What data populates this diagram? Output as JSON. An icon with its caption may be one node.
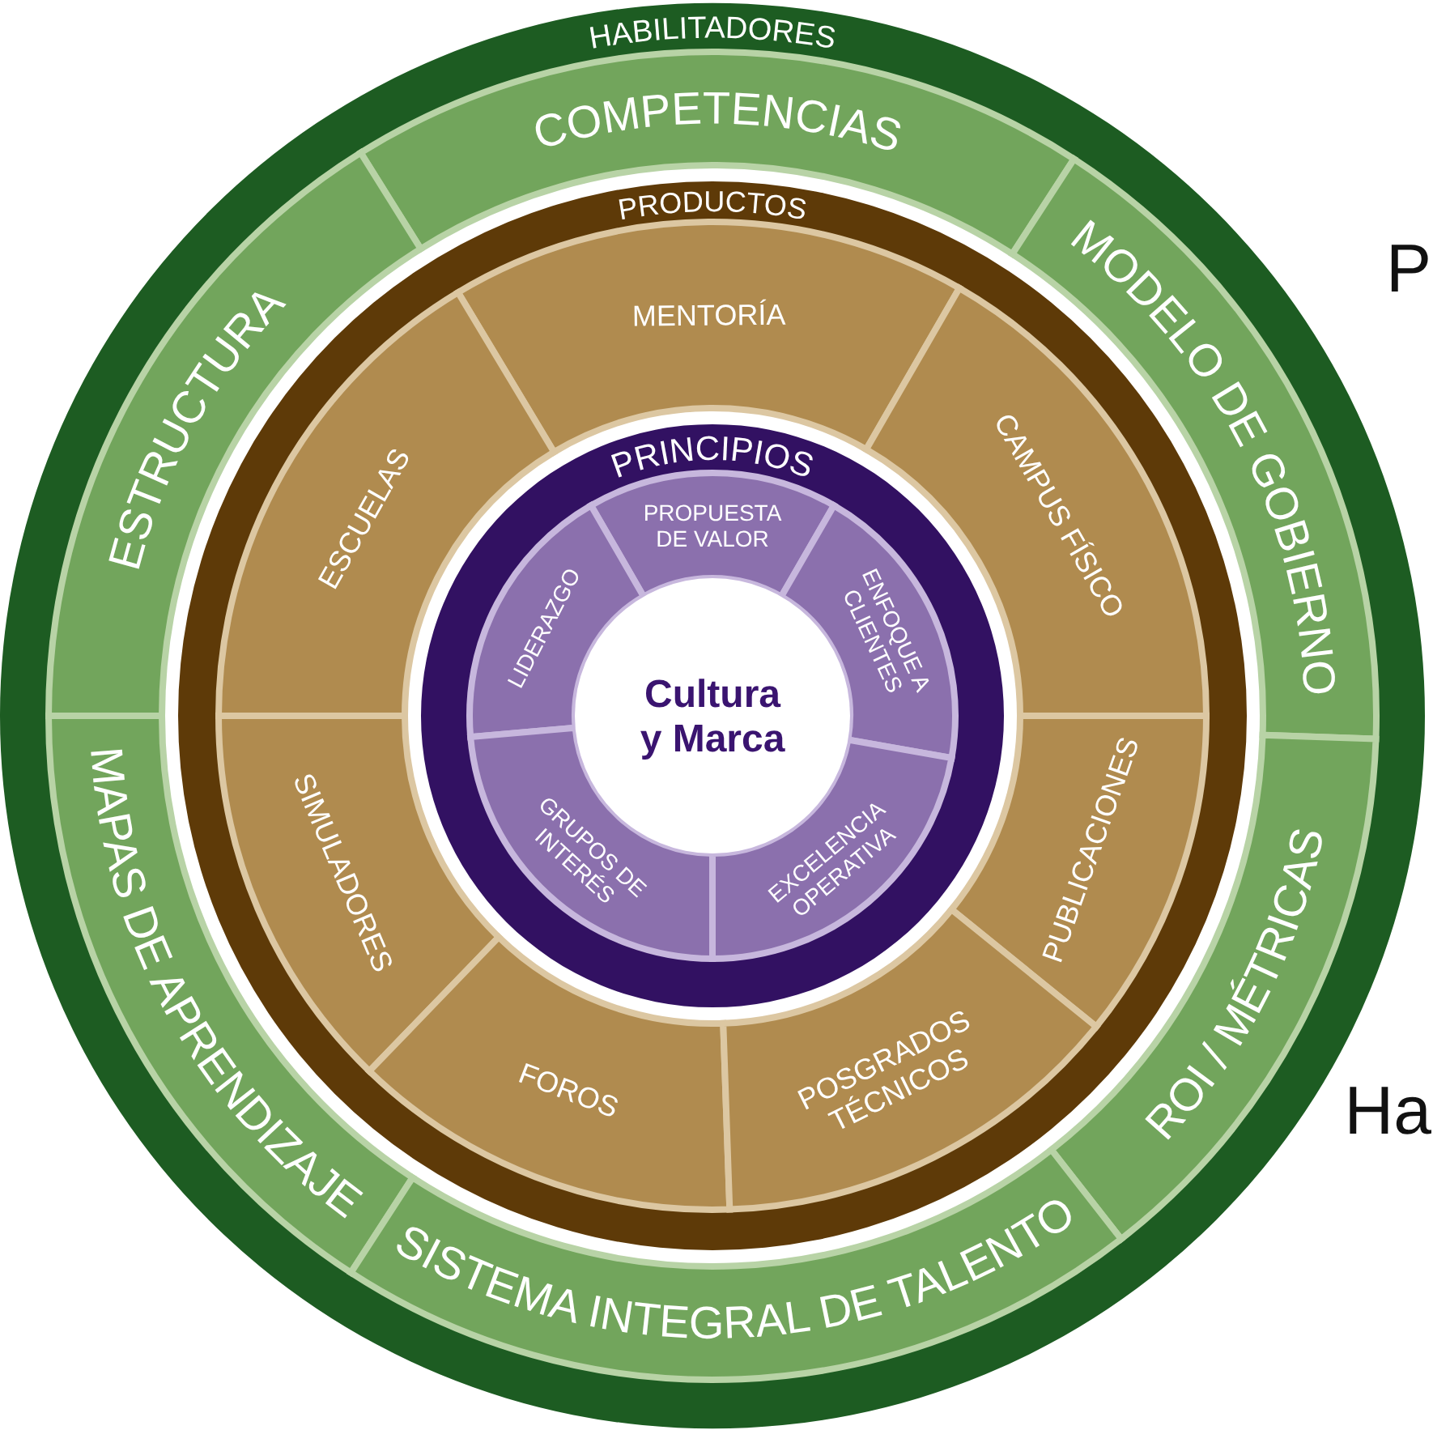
{
  "diagram": {
    "nodes": [
      {
        "text": [
          "HABILITADORES"
        ]
      },
      {
        "text": [
          "COMPETENCIAS"
        ],
        "in": 0
      },
      {
        "text": [
          "ESTRUCTURA"
        ],
        "in": 0
      },
      {
        "text": [
          "MODELO DE GOBIERNO"
        ],
        "in": 0
      },
      {
        "text": [
          "MAPAS DE APRENDIZAJE"
        ],
        "in": 0
      },
      {
        "text": [
          "ROI / MÉTRICAS"
        ],
        "in": 0
      },
      {
        "text": [
          "SISTEMA INTEGRAL DE TALENTO"
        ],
        "in": 0
      },
      {
        "text": [
          "PRODUCTOS"
        ],
        "in": 0
      },
      {
        "text": [
          "MENTORÍA"
        ],
        "in": 7
      },
      {
        "text": [
          "ESCUELAS"
        ],
        "in": 7
      },
      {
        "text": [
          "CAMPUS FÍSICO"
        ],
        "in": 7
      },
      {
        "text": [
          "SIMULADORES"
        ],
        "in": 7
      },
      {
        "text": [
          "PUBLICACIONES"
        ],
        "in": 7
      },
      {
        "text": [
          "FOROS"
        ],
        "in": 7
      },
      {
        "text": [
          "POSGRADOS TÉCNICOS"
        ],
        "in": 7
      },
      {
        "text": [
          "PRINCIPIOS"
        ],
        "in": 7
      },
      {
        "text": [
          "PROPUESTA DE VALOR"
        ],
        "in": 15
      },
      {
        "text": [
          "LIDERAZGO"
        ],
        "in": 15
      },
      {
        "text": [
          "ENFOQUE A CLIENTES"
        ],
        "in": 15
      },
      {
        "text": [
          "GRUPOS DE INTERÉS"
        ],
        "in": 15
      },
      {
        "text": [
          "EXCELENCIA OPERATIVA"
        ],
        "in": 15
      },
      {
        "text": [
          "Cultura y Marca"
        ],
        "in": 15
      }
    ],
    "labels": [
      "P",
      "Ha"
    ]
  }
}
